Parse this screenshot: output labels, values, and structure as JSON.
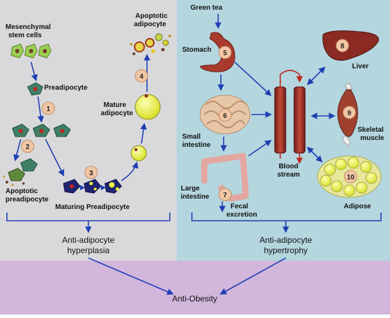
{
  "labels": {
    "green_tea": "Green tea",
    "mesenchymal_1": "Mesenchymal",
    "mesenchymal_2": "stem cells",
    "preadipocyte": "Preadipocyte",
    "apoptotic_adipocyte_1": "Apoptotic",
    "apoptotic_adipocyte_2": "adipocyte",
    "mature_adipocyte_1": "Mature",
    "mature_adipocyte_2": "adipocyte",
    "apoptotic_preadipocyte_1": "Apoptotic",
    "apoptotic_preadipocyte_2": "preadipocyte",
    "maturing_preadipocyte": "Maturing Preadipocyte",
    "stomach": "Stomach",
    "small_intestine_1": "Small",
    "small_intestine_2": "intestine",
    "large_intestine_1": "Large",
    "large_intestine_2": "intestine",
    "fecal_1": "Fecal",
    "fecal_2": "excretion",
    "blood_1": "Blood",
    "blood_2": "stream",
    "liver": "Liver",
    "skeletal_1": "Skeletal",
    "skeletal_2": "muscle",
    "adipose": "Adipose"
  },
  "outcomes": {
    "hyperplasia_1": "Anti-adipocyte",
    "hyperplasia_2": "hyperplasia",
    "hypertrophy_1": "Anti-adipocyte",
    "hypertrophy_2": "hypertrophy",
    "final": "Anti-Obesity"
  },
  "steps": {
    "s1": "1",
    "s2": "2",
    "s3": "3",
    "s4": "4",
    "s5": "5",
    "s6": "6",
    "s7": "7",
    "s8": "8",
    "s9": "9",
    "s10": "10"
  },
  "colors": {
    "left_panel": "#d9d9db",
    "right_panel": "#b4d6df",
    "bottom_panel": "#d2b6dc",
    "arrow": "#1f3fb4",
    "cell_green": "#3f7f66",
    "fat_yellow": "#eef23c",
    "organ_red": "#8b2a22"
  }
}
